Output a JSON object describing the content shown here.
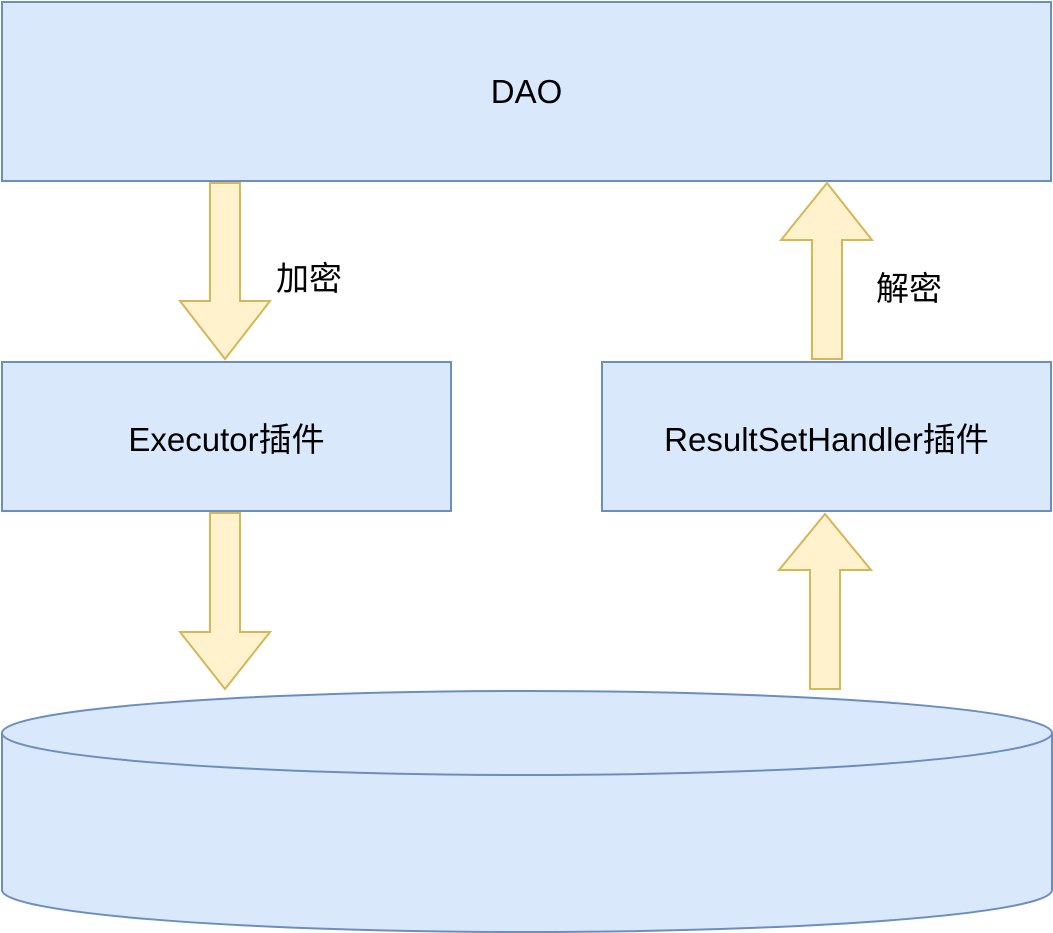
{
  "diagram": {
    "dao": {
      "label": "DAO"
    },
    "executor_plugin": {
      "label": "Executor插件"
    },
    "resultset_handler_plugin": {
      "label": "ResultSetHandler插件"
    },
    "database": {
      "label": ""
    },
    "encrypt_label": "加密",
    "decrypt_label": "解密"
  },
  "colors": {
    "box_fill": "#dae8fc",
    "box_stroke": "#6c8ebf",
    "arrow_fill": "#fff2cc",
    "arrow_stroke": "#d6b656"
  }
}
